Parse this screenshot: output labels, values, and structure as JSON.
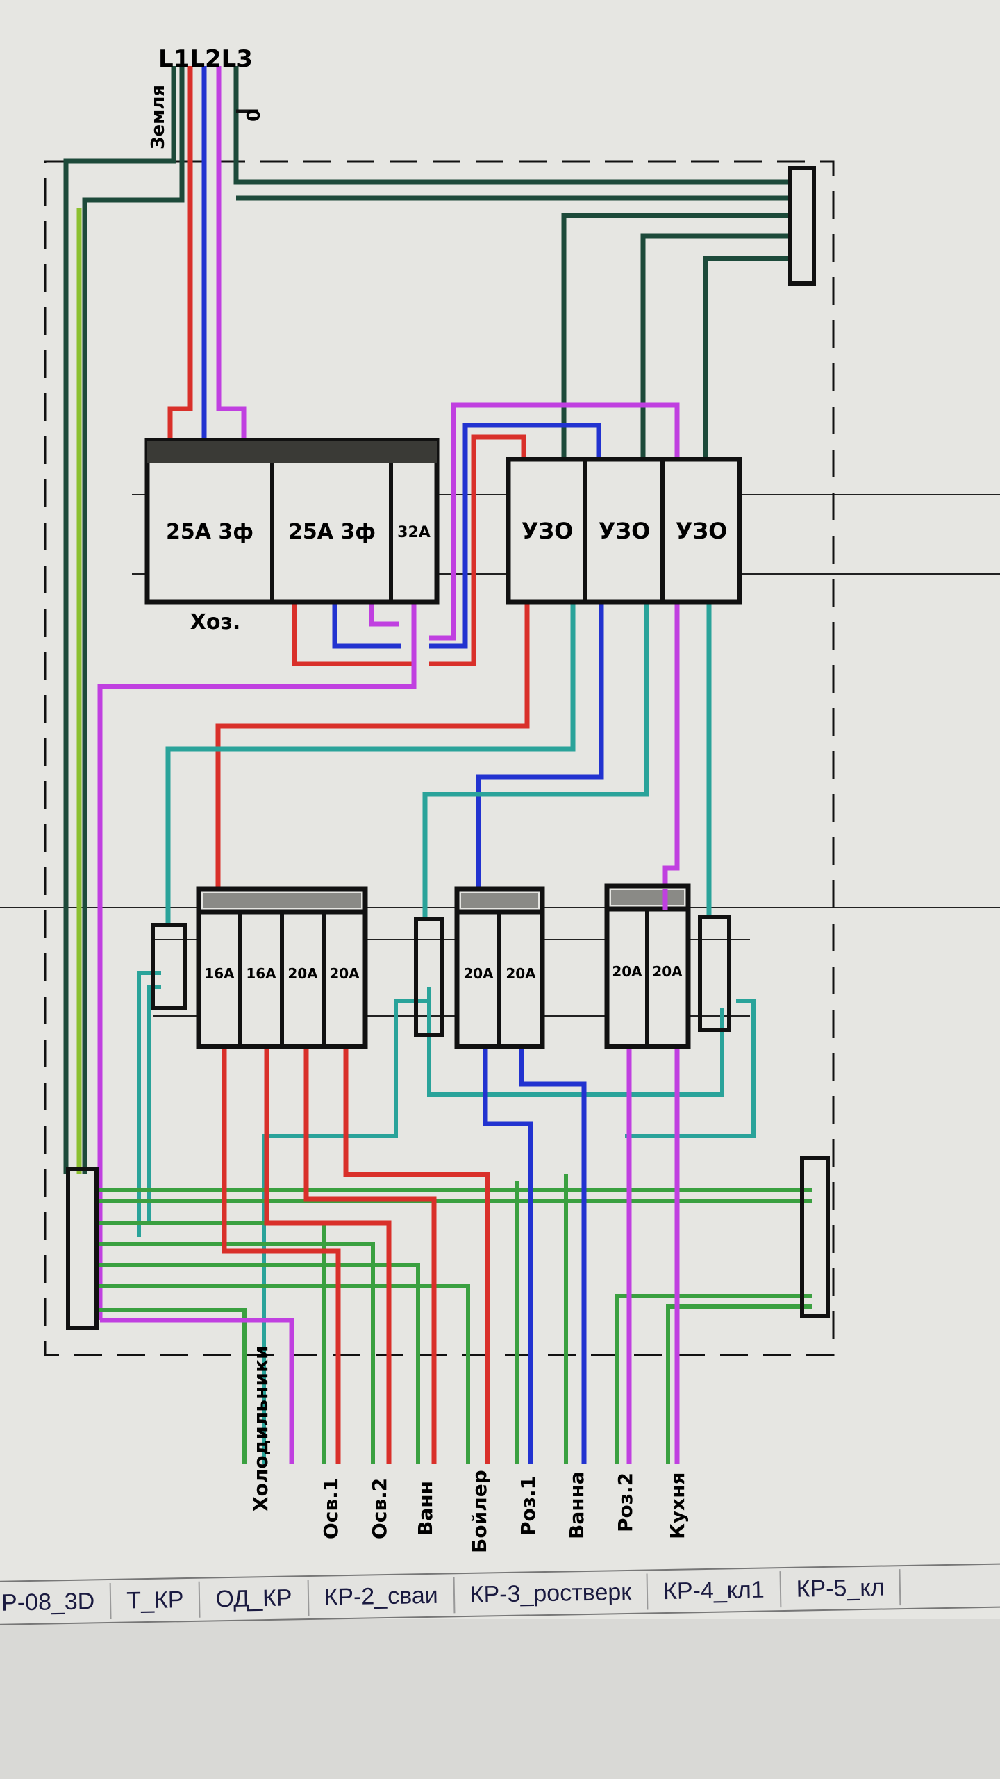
{
  "diagram": {
    "phase_labels": "L1L2L3",
    "earth_label": "Земля",
    "neutral_label": "0",
    "main_breakers": [
      {
        "label": "25А 3ф"
      },
      {
        "label": "25А 3ф"
      },
      {
        "label": "32А"
      }
    ],
    "main_group_label": "Хоз.",
    "rcds": [
      {
        "label": "УЗО"
      },
      {
        "label": "УЗО"
      },
      {
        "label": "УЗО"
      }
    ],
    "group1_breakers": [
      "16А",
      "16А",
      "20А",
      "20А"
    ],
    "group2_breakers": [
      "20А",
      "20А"
    ],
    "group3_breakers": [
      "20А",
      "20А"
    ],
    "outputs": [
      "Холодильники",
      "Осв.1",
      "Осв.2",
      "Ванн",
      "Бойлер",
      "Роз.1",
      "Ванна",
      "Роз.2",
      "Кухня"
    ],
    "colors": {
      "phase_red": "#d9302a",
      "phase_blue": "#2233d0",
      "phase_magenta": "#c040e0",
      "neutral_dark": "#1d4a3a",
      "neutral_teal": "#2aa39a",
      "earth_green": "#3aa040",
      "earth_lime": "#8cc030"
    }
  },
  "sheet_tabs": [
    "Р-08_3D",
    "Т_КР",
    "ОД_КР",
    "КР-2_сваи",
    "КР-3_ростверк",
    "КР-4_кл1",
    "КР-5_кл"
  ]
}
